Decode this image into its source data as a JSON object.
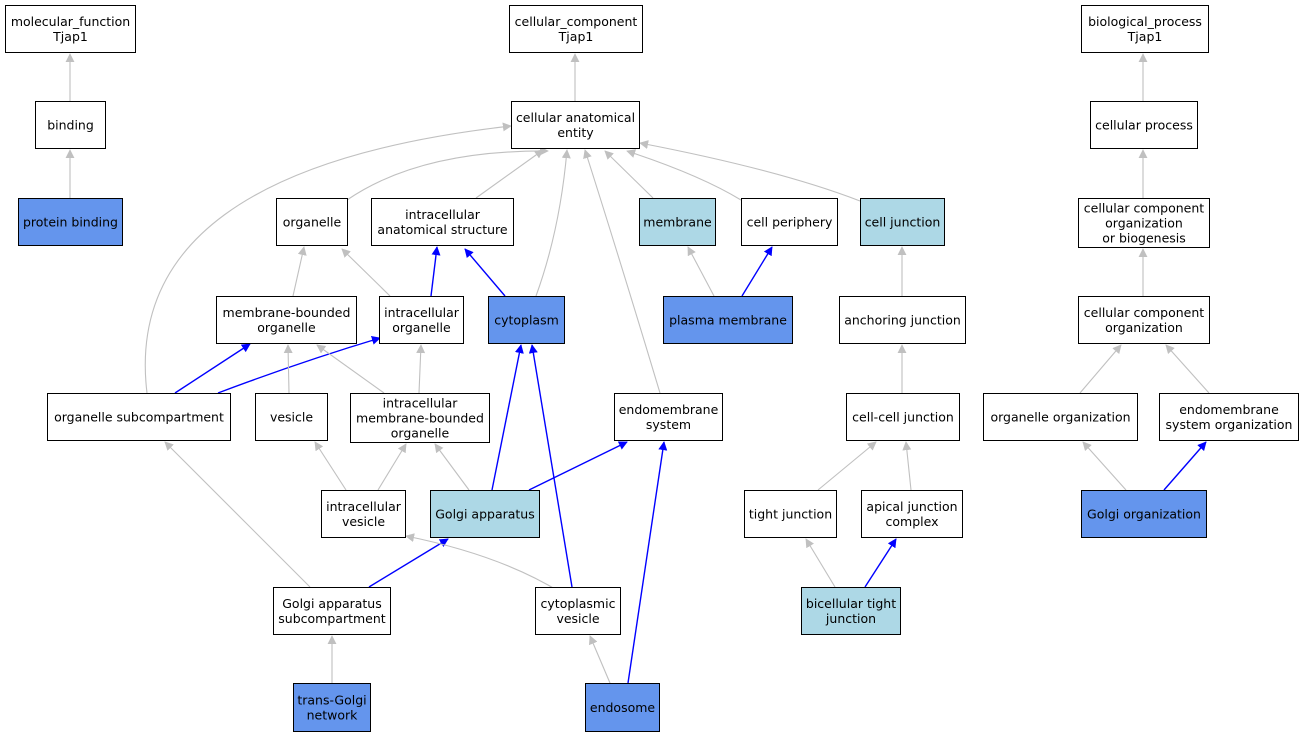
{
  "colors": {
    "fill_white": "#ffffff",
    "fill_light_blue": "#add8e6",
    "fill_blue": "#6495ed",
    "edge_gray": "#c0c0c0",
    "edge_blue": "#0000ff",
    "border": "#000000"
  },
  "nodes": [
    {
      "id": "molecular_function",
      "lines": [
        "molecular_function",
        "Tjap1"
      ],
      "fill": "white"
    },
    {
      "id": "binding",
      "lines": [
        "binding"
      ],
      "fill": "white"
    },
    {
      "id": "protein_binding",
      "lines": [
        "protein binding"
      ],
      "fill": "blue"
    },
    {
      "id": "cellular_component",
      "lines": [
        "cellular_component",
        "Tjap1"
      ],
      "fill": "white"
    },
    {
      "id": "cellular_anatomical_entity",
      "lines": [
        "cellular anatomical",
        "entity"
      ],
      "fill": "white"
    },
    {
      "id": "organelle",
      "lines": [
        "organelle"
      ],
      "fill": "white"
    },
    {
      "id": "intracellular_anatomical_structure",
      "lines": [
        "intracellular",
        "anatomical structure"
      ],
      "fill": "white"
    },
    {
      "id": "membrane",
      "lines": [
        "membrane"
      ],
      "fill": "light"
    },
    {
      "id": "cell_periphery",
      "lines": [
        "cell periphery"
      ],
      "fill": "white"
    },
    {
      "id": "cell_junction",
      "lines": [
        "cell junction"
      ],
      "fill": "light"
    },
    {
      "id": "membrane_bounded_organelle",
      "lines": [
        "membrane-bounded",
        "organelle"
      ],
      "fill": "white"
    },
    {
      "id": "intracellular_organelle",
      "lines": [
        "intracellular",
        "organelle"
      ],
      "fill": "white"
    },
    {
      "id": "cytoplasm",
      "lines": [
        "cytoplasm"
      ],
      "fill": "blue"
    },
    {
      "id": "plasma_membrane",
      "lines": [
        "plasma membrane"
      ],
      "fill": "blue"
    },
    {
      "id": "anchoring_junction",
      "lines": [
        "anchoring junction"
      ],
      "fill": "white"
    },
    {
      "id": "organelle_subcompartment",
      "lines": [
        "organelle subcompartment"
      ],
      "fill": "white"
    },
    {
      "id": "vesicle",
      "lines": [
        "vesicle"
      ],
      "fill": "white"
    },
    {
      "id": "intracellular_membrane_bounded_organelle",
      "lines": [
        "intracellular",
        "membrane-bounded",
        "organelle"
      ],
      "fill": "white"
    },
    {
      "id": "endomembrane_system",
      "lines": [
        "endomembrane",
        "system"
      ],
      "fill": "white"
    },
    {
      "id": "cell_cell_junction",
      "lines": [
        "cell-cell junction"
      ],
      "fill": "white"
    },
    {
      "id": "intracellular_vesicle",
      "lines": [
        "intracellular",
        "vesicle"
      ],
      "fill": "white"
    },
    {
      "id": "golgi_apparatus",
      "lines": [
        "Golgi apparatus"
      ],
      "fill": "light"
    },
    {
      "id": "tight_junction",
      "lines": [
        "tight junction"
      ],
      "fill": "white"
    },
    {
      "id": "apical_junction_complex",
      "lines": [
        "apical junction",
        "complex"
      ],
      "fill": "white"
    },
    {
      "id": "golgi_apparatus_subcompartment",
      "lines": [
        "Golgi apparatus",
        "subcompartment"
      ],
      "fill": "white"
    },
    {
      "id": "cytoplasmic_vesicle",
      "lines": [
        "cytoplasmic",
        "vesicle"
      ],
      "fill": "white"
    },
    {
      "id": "bicellular_tight_junction",
      "lines": [
        "bicellular tight",
        "junction"
      ],
      "fill": "light"
    },
    {
      "id": "trans_golgi_network",
      "lines": [
        "trans-Golgi",
        "network"
      ],
      "fill": "blue"
    },
    {
      "id": "endosome",
      "lines": [
        "endosome"
      ],
      "fill": "blue"
    },
    {
      "id": "biological_process",
      "lines": [
        "biological_process",
        "Tjap1"
      ],
      "fill": "white"
    },
    {
      "id": "cellular_process",
      "lines": [
        "cellular process"
      ],
      "fill": "white"
    },
    {
      "id": "cellular_component_organization_or_biogenesis",
      "lines": [
        "cellular component",
        "organization",
        "or biogenesis"
      ],
      "fill": "white"
    },
    {
      "id": "cellular_component_organization",
      "lines": [
        "cellular component",
        "organization"
      ],
      "fill": "white"
    },
    {
      "id": "organelle_organization",
      "lines": [
        "organelle organization"
      ],
      "fill": "white"
    },
    {
      "id": "endomembrane_system_organization",
      "lines": [
        "endomembrane",
        "system organization"
      ],
      "fill": "white"
    },
    {
      "id": "golgi_organization",
      "lines": [
        "Golgi organization"
      ],
      "fill": "blue"
    }
  ],
  "edges": [
    {
      "from": "binding",
      "to": "molecular_function",
      "color": "gray"
    },
    {
      "from": "protein_binding",
      "to": "binding",
      "color": "gray"
    },
    {
      "from": "cellular_anatomical_entity",
      "to": "cellular_component",
      "color": "gray"
    },
    {
      "from": "organelle",
      "to": "cellular_anatomical_entity",
      "color": "gray"
    },
    {
      "from": "intracellular_anatomical_structure",
      "to": "cellular_anatomical_entity",
      "color": "gray"
    },
    {
      "from": "membrane",
      "to": "cellular_anatomical_entity",
      "color": "gray"
    },
    {
      "from": "cell_periphery",
      "to": "cellular_anatomical_entity",
      "color": "gray"
    },
    {
      "from": "cell_junction",
      "to": "cellular_anatomical_entity",
      "color": "gray"
    },
    {
      "from": "cytoplasm",
      "to": "cellular_anatomical_entity",
      "color": "gray"
    },
    {
      "from": "endomembrane_system",
      "to": "cellular_anatomical_entity",
      "color": "gray"
    },
    {
      "from": "organelle_subcompartment",
      "to": "cellular_anatomical_entity",
      "color": "gray"
    },
    {
      "from": "membrane_bounded_organelle",
      "to": "organelle",
      "color": "gray"
    },
    {
      "from": "intracellular_organelle",
      "to": "organelle",
      "color": "gray"
    },
    {
      "from": "intracellular_organelle",
      "to": "intracellular_anatomical_structure",
      "color": "blue"
    },
    {
      "from": "cytoplasm",
      "to": "intracellular_anatomical_structure",
      "color": "blue"
    },
    {
      "from": "plasma_membrane",
      "to": "membrane",
      "color": "gray"
    },
    {
      "from": "plasma_membrane",
      "to": "cell_periphery",
      "color": "blue"
    },
    {
      "from": "anchoring_junction",
      "to": "cell_junction",
      "color": "gray"
    },
    {
      "from": "organelle_subcompartment",
      "to": "membrane_bounded_organelle",
      "color": "blue"
    },
    {
      "from": "organelle_subcompartment",
      "to": "intracellular_organelle",
      "color": "blue"
    },
    {
      "from": "vesicle",
      "to": "membrane_bounded_organelle",
      "color": "gray"
    },
    {
      "from": "intracellular_membrane_bounded_organelle",
      "to": "membrane_bounded_organelle",
      "color": "gray"
    },
    {
      "from": "intracellular_membrane_bounded_organelle",
      "to": "intracellular_organelle",
      "color": "gray"
    },
    {
      "from": "cell_cell_junction",
      "to": "anchoring_junction",
      "color": "gray"
    },
    {
      "from": "intracellular_vesicle",
      "to": "vesicle",
      "color": "gray"
    },
    {
      "from": "intracellular_vesicle",
      "to": "intracellular_membrane_bounded_organelle",
      "color": "gray"
    },
    {
      "from": "golgi_apparatus",
      "to": "intracellular_membrane_bounded_organelle",
      "color": "gray"
    },
    {
      "from": "golgi_apparatus",
      "to": "cytoplasm",
      "color": "blue"
    },
    {
      "from": "golgi_apparatus",
      "to": "endomembrane_system",
      "color": "blue"
    },
    {
      "from": "tight_junction",
      "to": "cell_cell_junction",
      "color": "gray"
    },
    {
      "from": "apical_junction_complex",
      "to": "cell_cell_junction",
      "color": "gray"
    },
    {
      "from": "golgi_apparatus_subcompartment",
      "to": "organelle_subcompartment",
      "color": "gray"
    },
    {
      "from": "golgi_apparatus_subcompartment",
      "to": "golgi_apparatus",
      "color": "blue"
    },
    {
      "from": "cytoplasmic_vesicle",
      "to": "intracellular_vesicle",
      "color": "gray"
    },
    {
      "from": "cytoplasmic_vesicle",
      "to": "cytoplasm",
      "color": "blue"
    },
    {
      "from": "bicellular_tight_junction",
      "to": "tight_junction",
      "color": "gray"
    },
    {
      "from": "bicellular_tight_junction",
      "to": "apical_junction_complex",
      "color": "blue"
    },
    {
      "from": "trans_golgi_network",
      "to": "golgi_apparatus_subcompartment",
      "color": "gray"
    },
    {
      "from": "endosome",
      "to": "cytoplasmic_vesicle",
      "color": "gray"
    },
    {
      "from": "endosome",
      "to": "endomembrane_system",
      "color": "blue"
    },
    {
      "from": "cellular_process",
      "to": "biological_process",
      "color": "gray"
    },
    {
      "from": "cellular_component_organization_or_biogenesis",
      "to": "cellular_process",
      "color": "gray"
    },
    {
      "from": "cellular_component_organization",
      "to": "cellular_component_organization_or_biogenesis",
      "color": "gray"
    },
    {
      "from": "organelle_organization",
      "to": "cellular_component_organization",
      "color": "gray"
    },
    {
      "from": "endomembrane_system_organization",
      "to": "cellular_component_organization",
      "color": "gray"
    },
    {
      "from": "golgi_organization",
      "to": "organelle_organization",
      "color": "gray"
    },
    {
      "from": "golgi_organization",
      "to": "endomembrane_system_organization",
      "color": "blue"
    }
  ]
}
